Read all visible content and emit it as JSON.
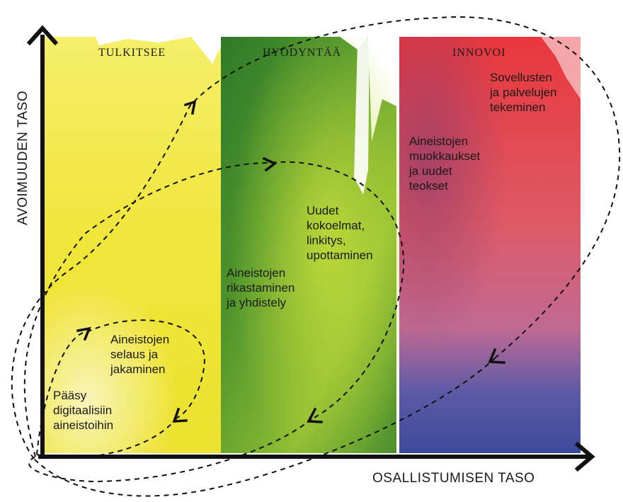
{
  "axes": {
    "y_title": "AVOIMUUDEN TASO",
    "x_title": "OSALLISTUMISEN TASO"
  },
  "zones": [
    {
      "title": "TULKITSEE",
      "color": "#f2e93a"
    },
    {
      "title": "HYÖDYNTÄÄ",
      "color": "#5f9a2c"
    },
    {
      "title": "INNOVOI",
      "color": "#e2474a"
    }
  ],
  "labels": {
    "paasy": [
      "Pääsy",
      "digitaalisiin",
      "aineistoihin"
    ],
    "selaus": [
      "Aineistojen",
      "selaus ja",
      "jakaminen"
    ],
    "rikastaminen": [
      "Aineistojen",
      "rikastaminen",
      "ja yhdistely"
    ],
    "kokoelmat": [
      "Uudet",
      "kokoelmat,",
      "linkitys,",
      "upottaminen"
    ],
    "muokkaukset": [
      "Aineistojen",
      "muokkaukset",
      "ja uudet",
      "teokset"
    ],
    "sovellukset": [
      "Sovellusten",
      "ja palvelujen",
      "tekeminen"
    ]
  }
}
